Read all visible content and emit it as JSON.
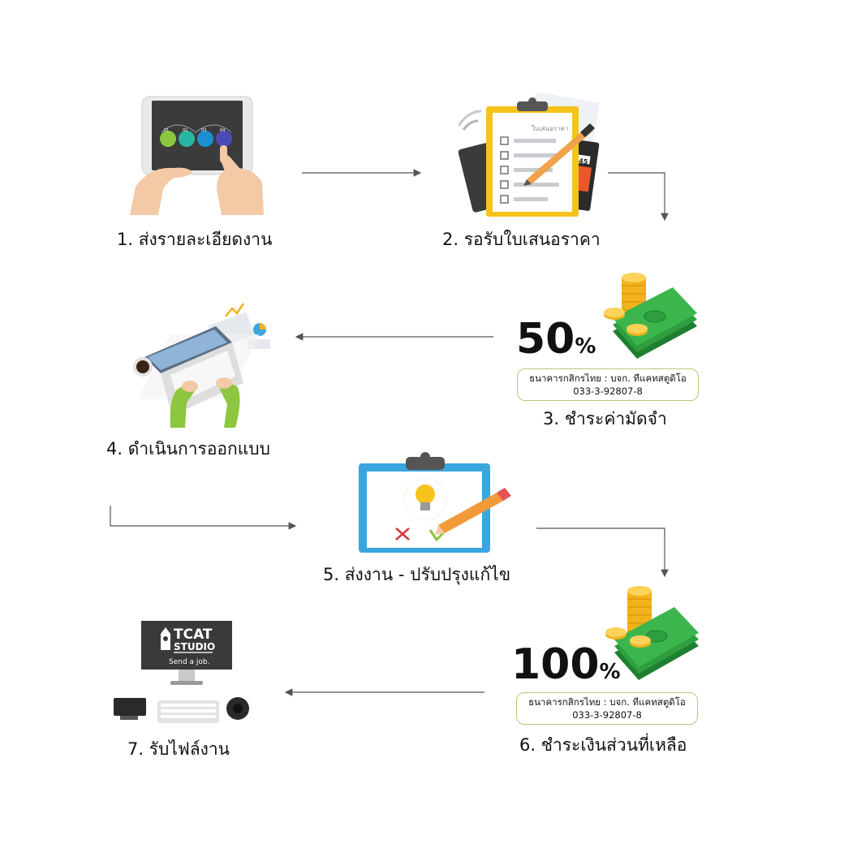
{
  "steps": [
    {
      "label": "1. ส่งรายละเอียดงาน"
    },
    {
      "label": "2. รอรับใบเสนอราคา"
    },
    {
      "label": "3. ชำระค่ามัดจำ"
    },
    {
      "label": "4. ดำเนินการออกแบบ"
    },
    {
      "label": "5. ส่งงาน - ปรับปรุงแก้ไข"
    },
    {
      "label": "6. ชำระเงินส่วนที่เหลือ"
    },
    {
      "label": "7. รับไฟล์งาน"
    }
  ],
  "deposit": {
    "percent": "50",
    "symbol": "%",
    "bank_line1": "ธนาคารกสิกรไทย : บจก. ทีแคทสตูดิโอ",
    "bank_line2": "033-3-92807-8"
  },
  "balance": {
    "percent": "100",
    "symbol": "%",
    "bank_line1": "ธนาคารกสิกรไทย : บจก. ทีแคทสตูดิโอ",
    "bank_line2": "033-3-92807-8"
  },
  "quote_sheet_title": "ใบเสนอราคา",
  "monitor": {
    "brand1": "TCAT",
    "brand2": "STUDIO",
    "tagline": "Send a job."
  },
  "tablet_steps": [
    "01",
    "02",
    "03",
    "04"
  ],
  "receipt_value": "0.45",
  "colors": {
    "arrow": "#555555",
    "money_green": "#2e9e3e",
    "coin": "#f2b21b",
    "bank_border": "#b7c879",
    "clipboard_blue": "#3aa6e0"
  }
}
